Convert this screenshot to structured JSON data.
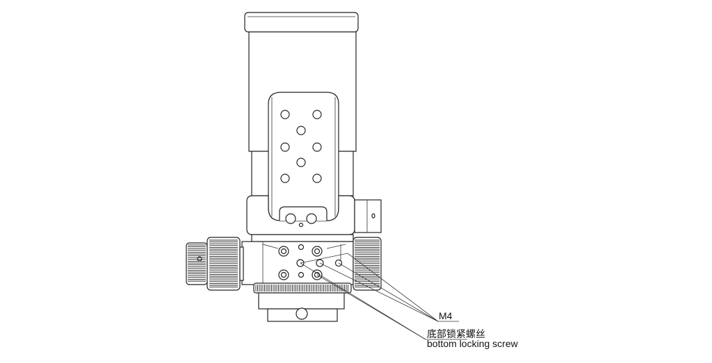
{
  "labels": {
    "m4": "M4",
    "locking_screw_cn": "底部锁紧螺丝",
    "locking_screw_en": "bottom locking screw"
  }
}
